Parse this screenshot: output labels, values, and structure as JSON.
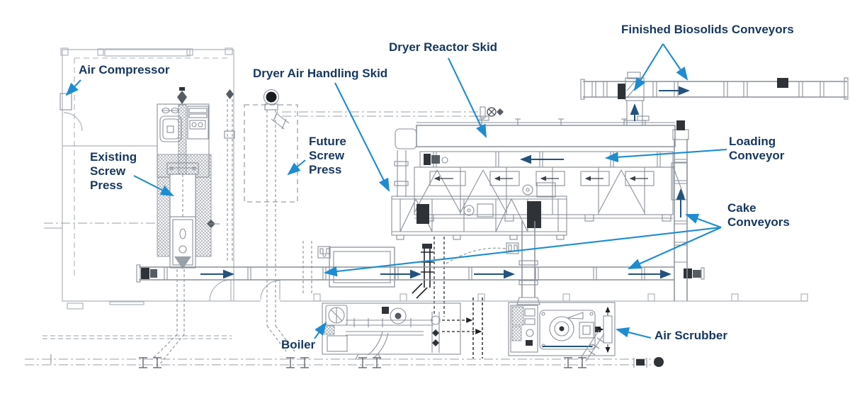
{
  "colors": {
    "label": "#17375E",
    "leader": "#1E8CD3",
    "flow": "#24527E",
    "line": "#8A9199",
    "building": "#AEB4BB",
    "dark": "#2F3338",
    "bg": "#FFFFFF"
  },
  "labels": {
    "air_compressor": "Air Compressor",
    "existing_screw_press": "Existing\nScrew\nPress",
    "future_screw_press": "Future\nScrew\nPress",
    "dryer_air_handling_skid": "Dryer Air Handling Skid",
    "dryer_reactor_skid": "Dryer Reactor Skid",
    "finished_biosolids_conveyors": "Finished Biosolids Conveyors",
    "loading_conveyor": "Loading\nConveyor",
    "cake_conveyors": "Cake\nConveyors",
    "boiler": "Boiler",
    "air_scrubber": "Air Scrubber"
  }
}
